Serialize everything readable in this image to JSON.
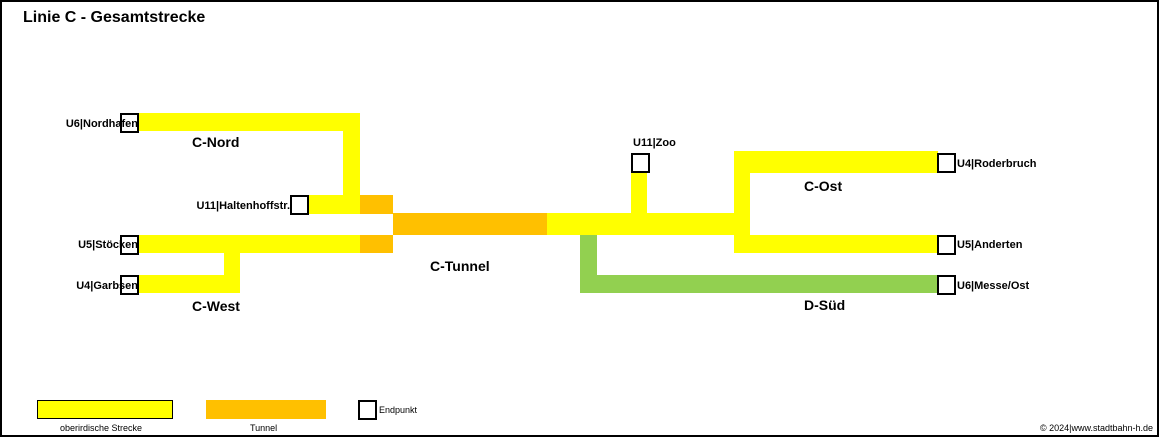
{
  "title": "Linie C - Gesamtstrecke",
  "stations": {
    "nordhafen": "U6|Nordhafen",
    "haltenhoff": "U11|Haltenhoffstr.",
    "stoecken": "U5|Stöcken",
    "garbsen": "U4|Garbsen",
    "zoo": "U11|Zoo",
    "roderbruch": "U4|Roderbruch",
    "anderten": "U5|Anderten",
    "messe": "U6|Messe/Ost"
  },
  "sections": {
    "nord": "C-Nord",
    "west": "C-West",
    "tunnel": "C-Tunnel",
    "ost": "C-Ost",
    "sued": "D-Süd"
  },
  "legend": {
    "surface": "oberirdische Strecke",
    "tunnel": "Tunnel",
    "endpoint": "Endpunkt"
  },
  "copyright": "© 2024|www.stadtbahn-h.de",
  "colors": {
    "surface": "#ffff00",
    "tunnel": "#ffc000",
    "d_line": "#92d050"
  }
}
